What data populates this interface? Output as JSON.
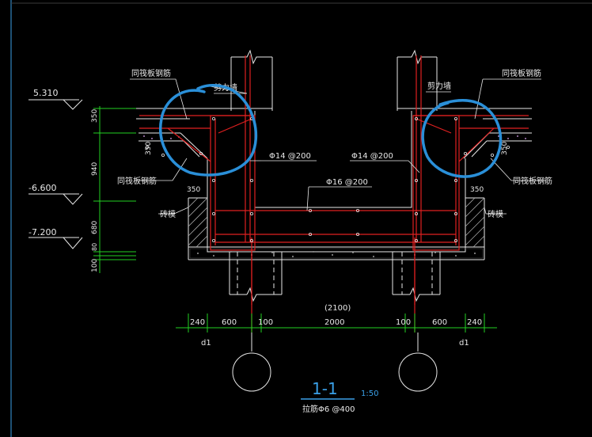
{
  "labels": {
    "slab_rebar_left": "同筏板钢筋",
    "shear_wall_left": "剪力墙",
    "slab_rebar_left_low": "同筏板钢筋",
    "brick_left": "砖模",
    "shear_wall_right": "剪力墙",
    "slab_rebar_right": "同筏板钢筋",
    "slab_rebar_right_low": "同筏板钢筋",
    "brick_right": "砖模",
    "rebar_left": "Φ14 @200",
    "rebar_right": "Φ14 @200",
    "rebar_bottom": "Φ16 @200"
  },
  "elevations": {
    "e1": "5.310",
    "e2": "-6.600",
    "e3": "-7.200"
  },
  "vertical_dims": {
    "d350": "350",
    "d940": "940",
    "d680": "680",
    "d100": "100",
    "d_small": "80"
  },
  "side_dims": {
    "left_350_a": "350",
    "left_350_b": "350",
    "right_350_a": "350",
    "right_350_b": "350"
  },
  "bottom_dims": {
    "total": "(2100)",
    "seg": [
      "240",
      "600",
      "100",
      "2000",
      "100",
      "600",
      "240"
    ],
    "axis_left": "d1",
    "axis_right": "d1"
  },
  "title": {
    "section": "1-1",
    "scale": "1:50",
    "note": "拉筋Φ6 @400"
  },
  "colors": {
    "background": "#000000",
    "lines": "#e8e8e8",
    "rebar": "#e02020",
    "dimension": "#22d022",
    "title": "#3aa0e8",
    "annotation": "#2a8fd8"
  }
}
